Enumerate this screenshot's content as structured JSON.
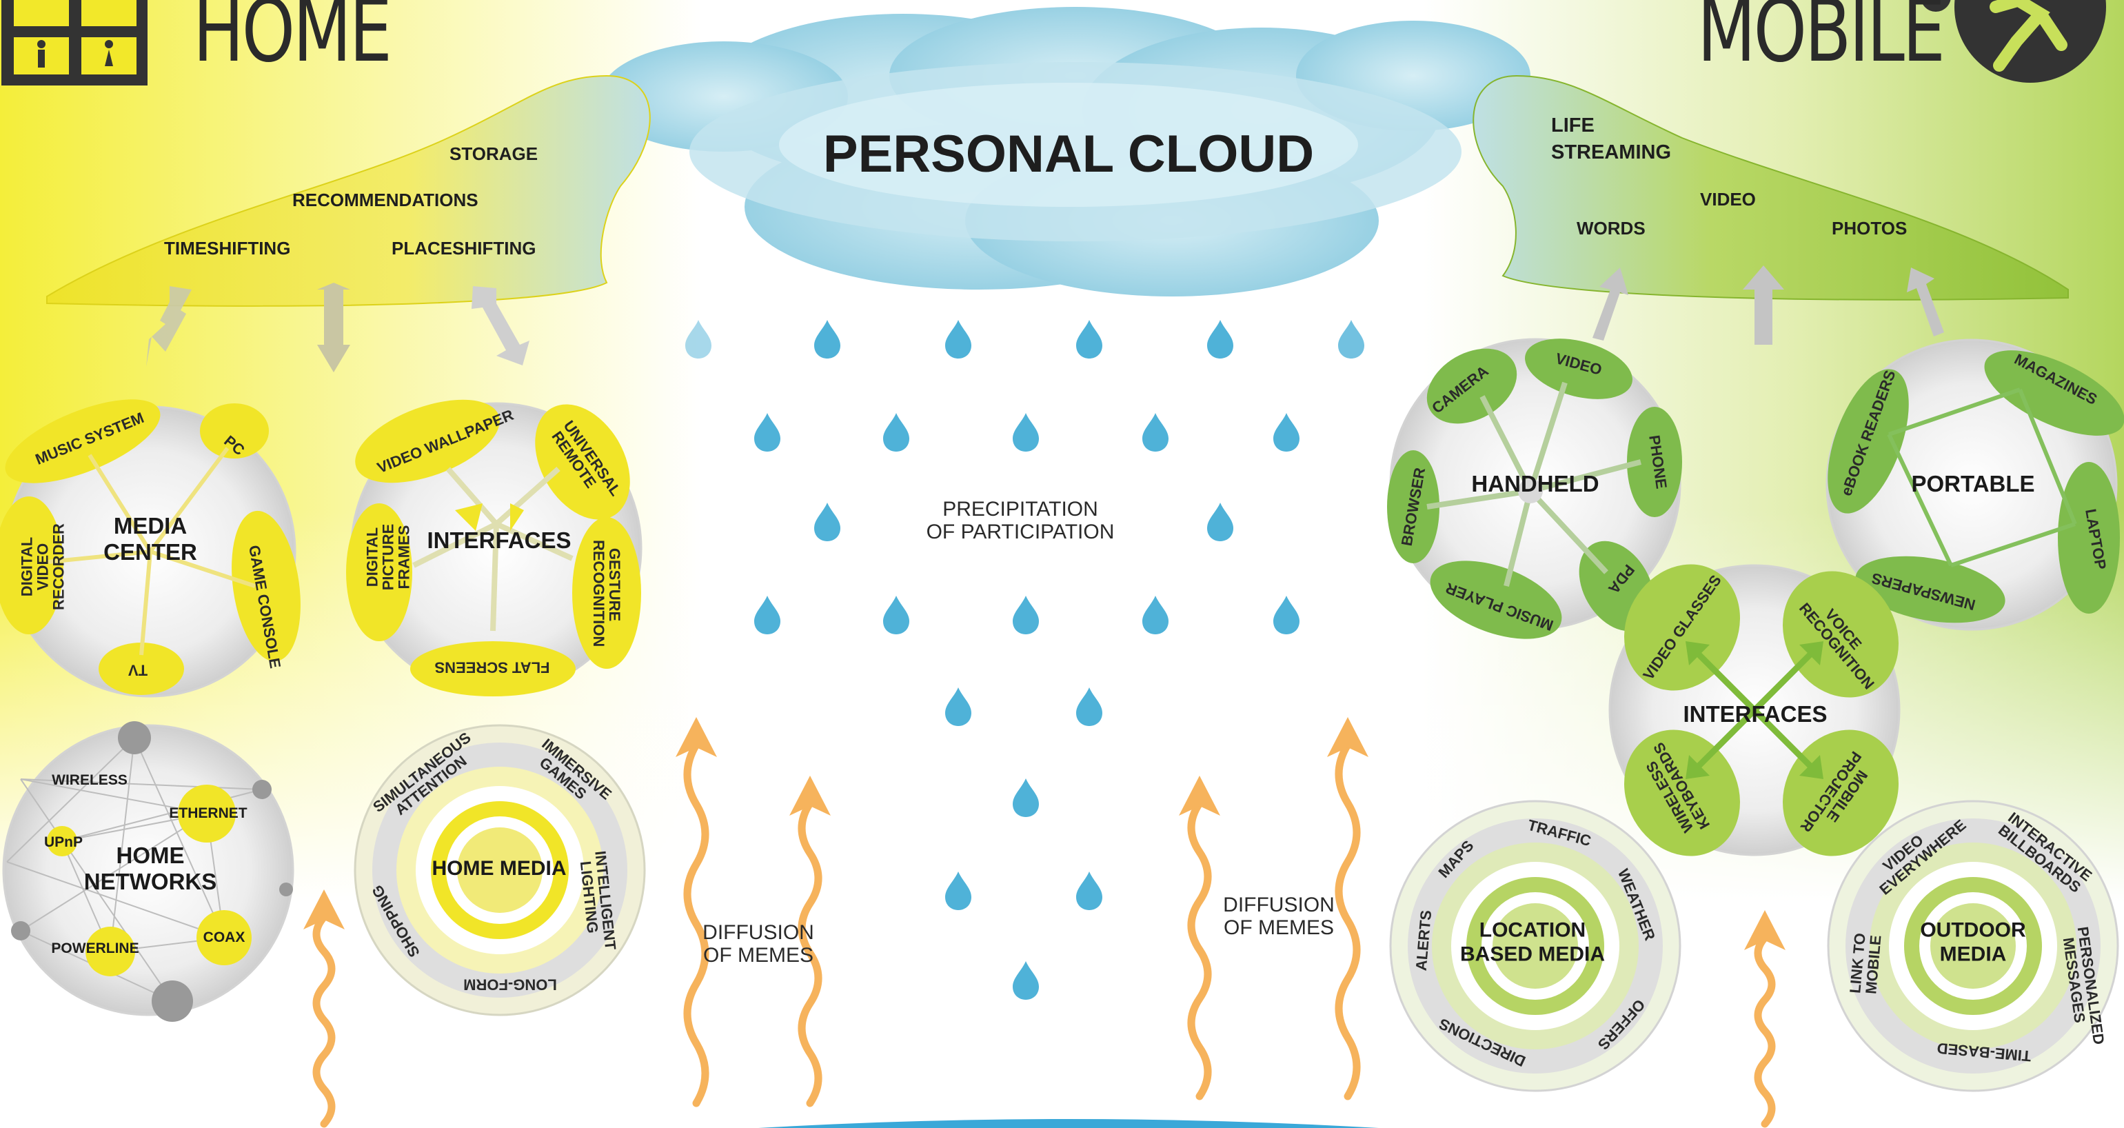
{
  "header": {
    "home_title": "HOME",
    "mobile_title": "MOBILE"
  },
  "cloud": {
    "title": "PERSONAL CLOUD",
    "home_services": [
      "STORAGE",
      "RECOMMENDATIONS",
      "TIMESHIFTING",
      "PLACESHIFTING"
    ],
    "mobile_services": [
      "LIFE",
      "STREAMING",
      "VIDEO",
      "WORDS",
      "PHOTOS"
    ]
  },
  "middle": {
    "precipitation": [
      "PRECIPITATION",
      "OF PARTICIPATION"
    ],
    "diffusion_left": [
      "DIFFUSION",
      "OF MEMES"
    ],
    "diffusion_right": [
      "DIFFUSION",
      "OF MEMES"
    ]
  },
  "circles": {
    "media_center": {
      "title": [
        "MEDIA",
        "CENTER"
      ],
      "items": [
        "MUSIC SYSTEM",
        "PC",
        "GAME CONSOLE",
        "TV",
        "DIGITAL VIDEO RECORDER"
      ]
    },
    "home_interfaces": {
      "title": "INTERFACES",
      "items": [
        "VIDEO WALLPAPER",
        "UNIVERSAL REMOTE",
        "GESTURE RECOGNITION",
        "FLAT SCREENS",
        "DIGITAL PICTURE FRAMES"
      ]
    },
    "home_networks": {
      "title": [
        "HOME",
        "NETWORKS"
      ],
      "nodes": [
        "WIRELESS",
        "ETHERNET",
        "UPnP",
        "COAX",
        "POWERLINE"
      ]
    },
    "home_media": {
      "title": "HOME MEDIA",
      "items": [
        "SIMULTANEOUS ATTENTION",
        "IMMERSIVE GAMES",
        "INTELLIGENT LIGHTING",
        "LONG-FORM",
        "SHOPPING"
      ]
    },
    "handheld": {
      "title": "HANDHELD",
      "items": [
        "CAMERA",
        "VIDEO",
        "PHONE",
        "PDA",
        "MUSIC PLAYER",
        "BROWSER"
      ]
    },
    "portable": {
      "title": "PORTABLE",
      "items": [
        "MAGAZINES",
        "LAPTOP",
        "NEWSPAPERS",
        "eBOOK READERS"
      ]
    },
    "mobile_interfaces": {
      "title": "INTERFACES",
      "items": [
        "VIDEO GLASSES",
        "VOICE RECOGNITION",
        "MOBILE PROJECTOR",
        "WIRELESS KEYBOARDS"
      ]
    },
    "location_media": {
      "title": [
        "LOCATION",
        "BASED MEDIA"
      ],
      "items": [
        "MAPS",
        "TRAFFIC",
        "WEATHER",
        "OFFERS",
        "DIRECTIONS",
        "ALERTS"
      ]
    },
    "outdoor_media": {
      "title": [
        "OUTDOOR",
        "MEDIA"
      ],
      "items": [
        "VIDEO EVERYWHERE",
        "INTERACTIVE BILLBOARDS",
        "PERSONALIZED MESSAGES",
        "TIME-BASED",
        "LINK TO MOBILE"
      ]
    }
  },
  "colors": {
    "home_yellow": "#f2e82a",
    "mobile_green": "#9cc83c",
    "dark_green": "#6aa842",
    "cloud": "#a9d6e5",
    "drop": "#4fb2d8",
    "meme_arrow": "#f6b35c",
    "circle_gray": "#e2e2e2"
  },
  "icons": {
    "home": "house-icon",
    "mobile": "running-person-icon"
  }
}
